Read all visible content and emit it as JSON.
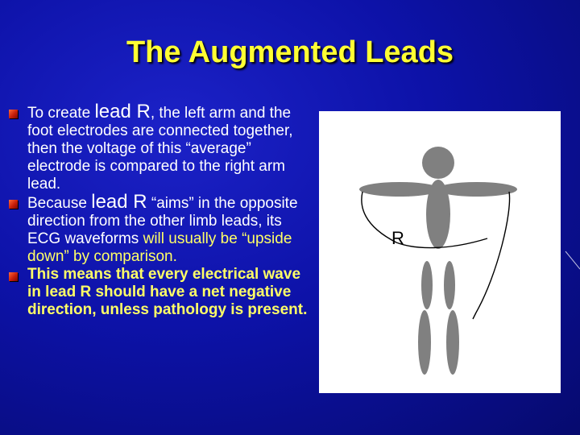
{
  "slide": {
    "title": "The Augmented Leads"
  },
  "bullets": [
    {
      "pre": "To create ",
      "lead": "lead R",
      "post": ", the left arm and the foot electrodes are connected together, then the voltage of this “average” electrode is compared to the right arm lead."
    },
    {
      "pre": "Because ",
      "lead": "lead R",
      "post_white": " “aims” in the opposite direction from the other limb leads, its ECG waveforms ",
      "post_yellow": "will usually be “upside down” by comparison."
    },
    {
      "text": "This means that every electrical wave in lead R should have a net negative direction, unless pathology is present."
    }
  ],
  "figure": {
    "label": "R",
    "colors": {
      "body": "#808080",
      "wire": "#000000",
      "background": "#ffffff"
    }
  },
  "colors": {
    "title": "#ffff33",
    "text": "#ffffff",
    "highlight": "#ffff66"
  }
}
